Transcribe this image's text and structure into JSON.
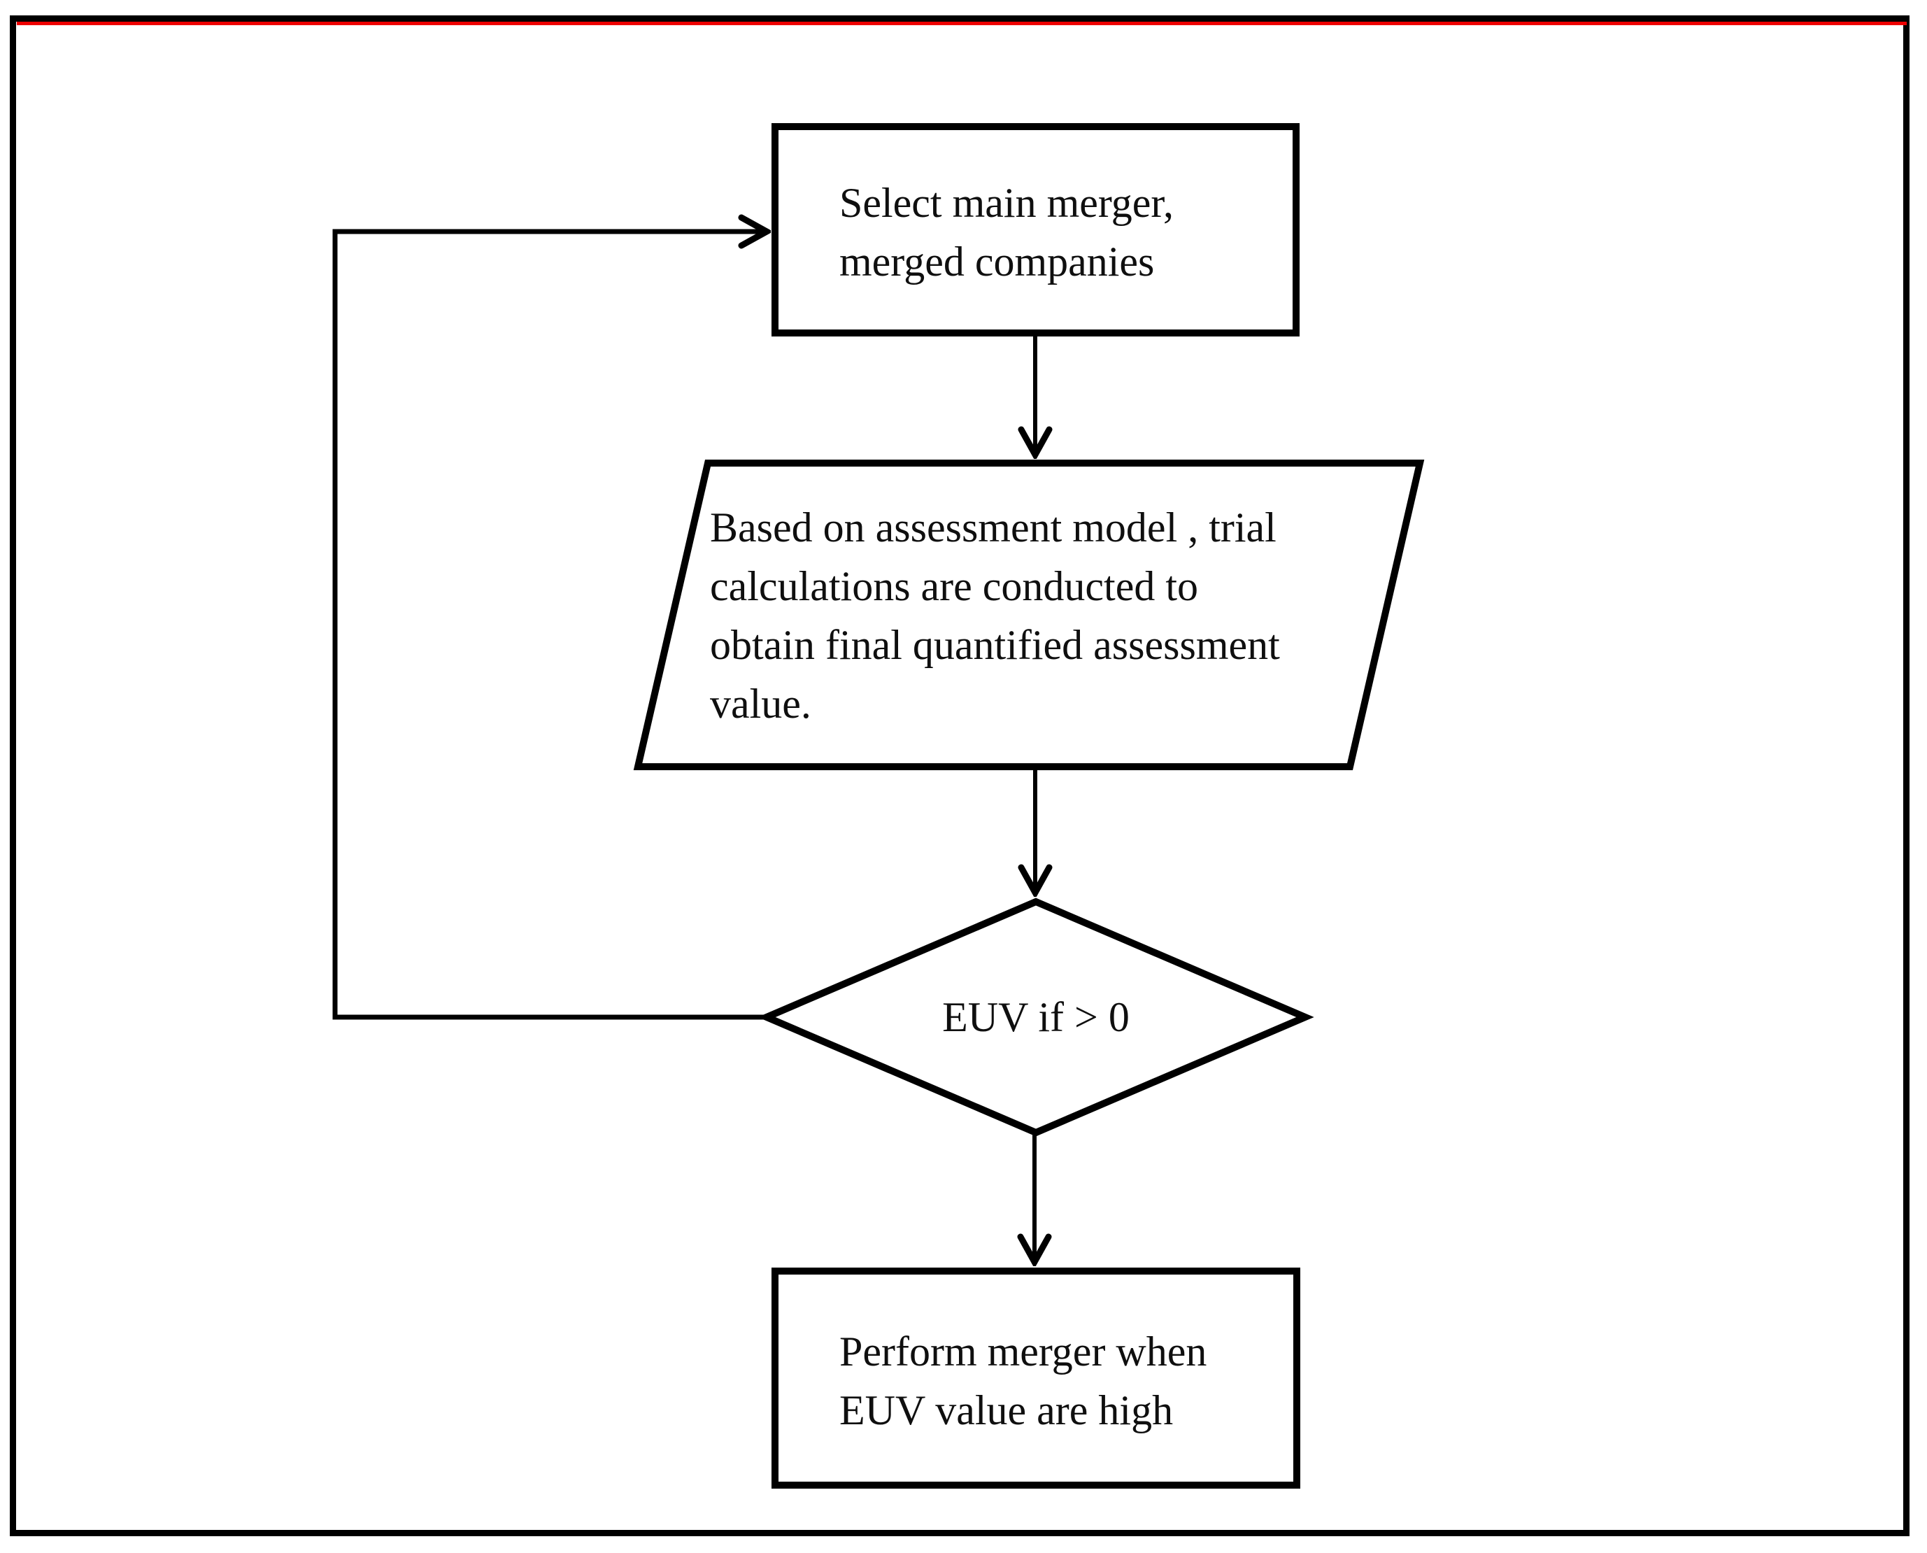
{
  "figure": {
    "kind": "flowchart",
    "background_color": "#ffffff",
    "page_border_color": "#000000",
    "accent_line_color": "#ee0000",
    "shape_fill_color": "#ffffff",
    "shape_stroke_color": "#000000",
    "text_color": "#0f0f0f"
  },
  "flowchart": {
    "nodes": [
      {
        "id": "select-companies",
        "shape": "rectangle",
        "text": "Select main merger,\nmerged companies"
      },
      {
        "id": "trial-calculations",
        "shape": "parallelogram",
        "text": "Based on assessment model , trial\ncalculations are  conducted to\nobtain final quantified assessment\nvalue."
      },
      {
        "id": "euv-decision",
        "shape": "diamond",
        "text": "EUV if > 0"
      },
      {
        "id": "perform-merger",
        "shape": "rectangle",
        "text": "Perform merger when\nEUV value are high"
      }
    ],
    "edges": [
      {
        "from": "select-companies",
        "to": "trial-calculations",
        "style": "arrow-down"
      },
      {
        "from": "trial-calculations",
        "to": "euv-decision",
        "style": "arrow-down"
      },
      {
        "from": "euv-decision",
        "to": "perform-merger",
        "style": "arrow-down"
      },
      {
        "from": "euv-decision",
        "to": "select-companies",
        "style": "feedback-loop-arrow"
      }
    ]
  }
}
